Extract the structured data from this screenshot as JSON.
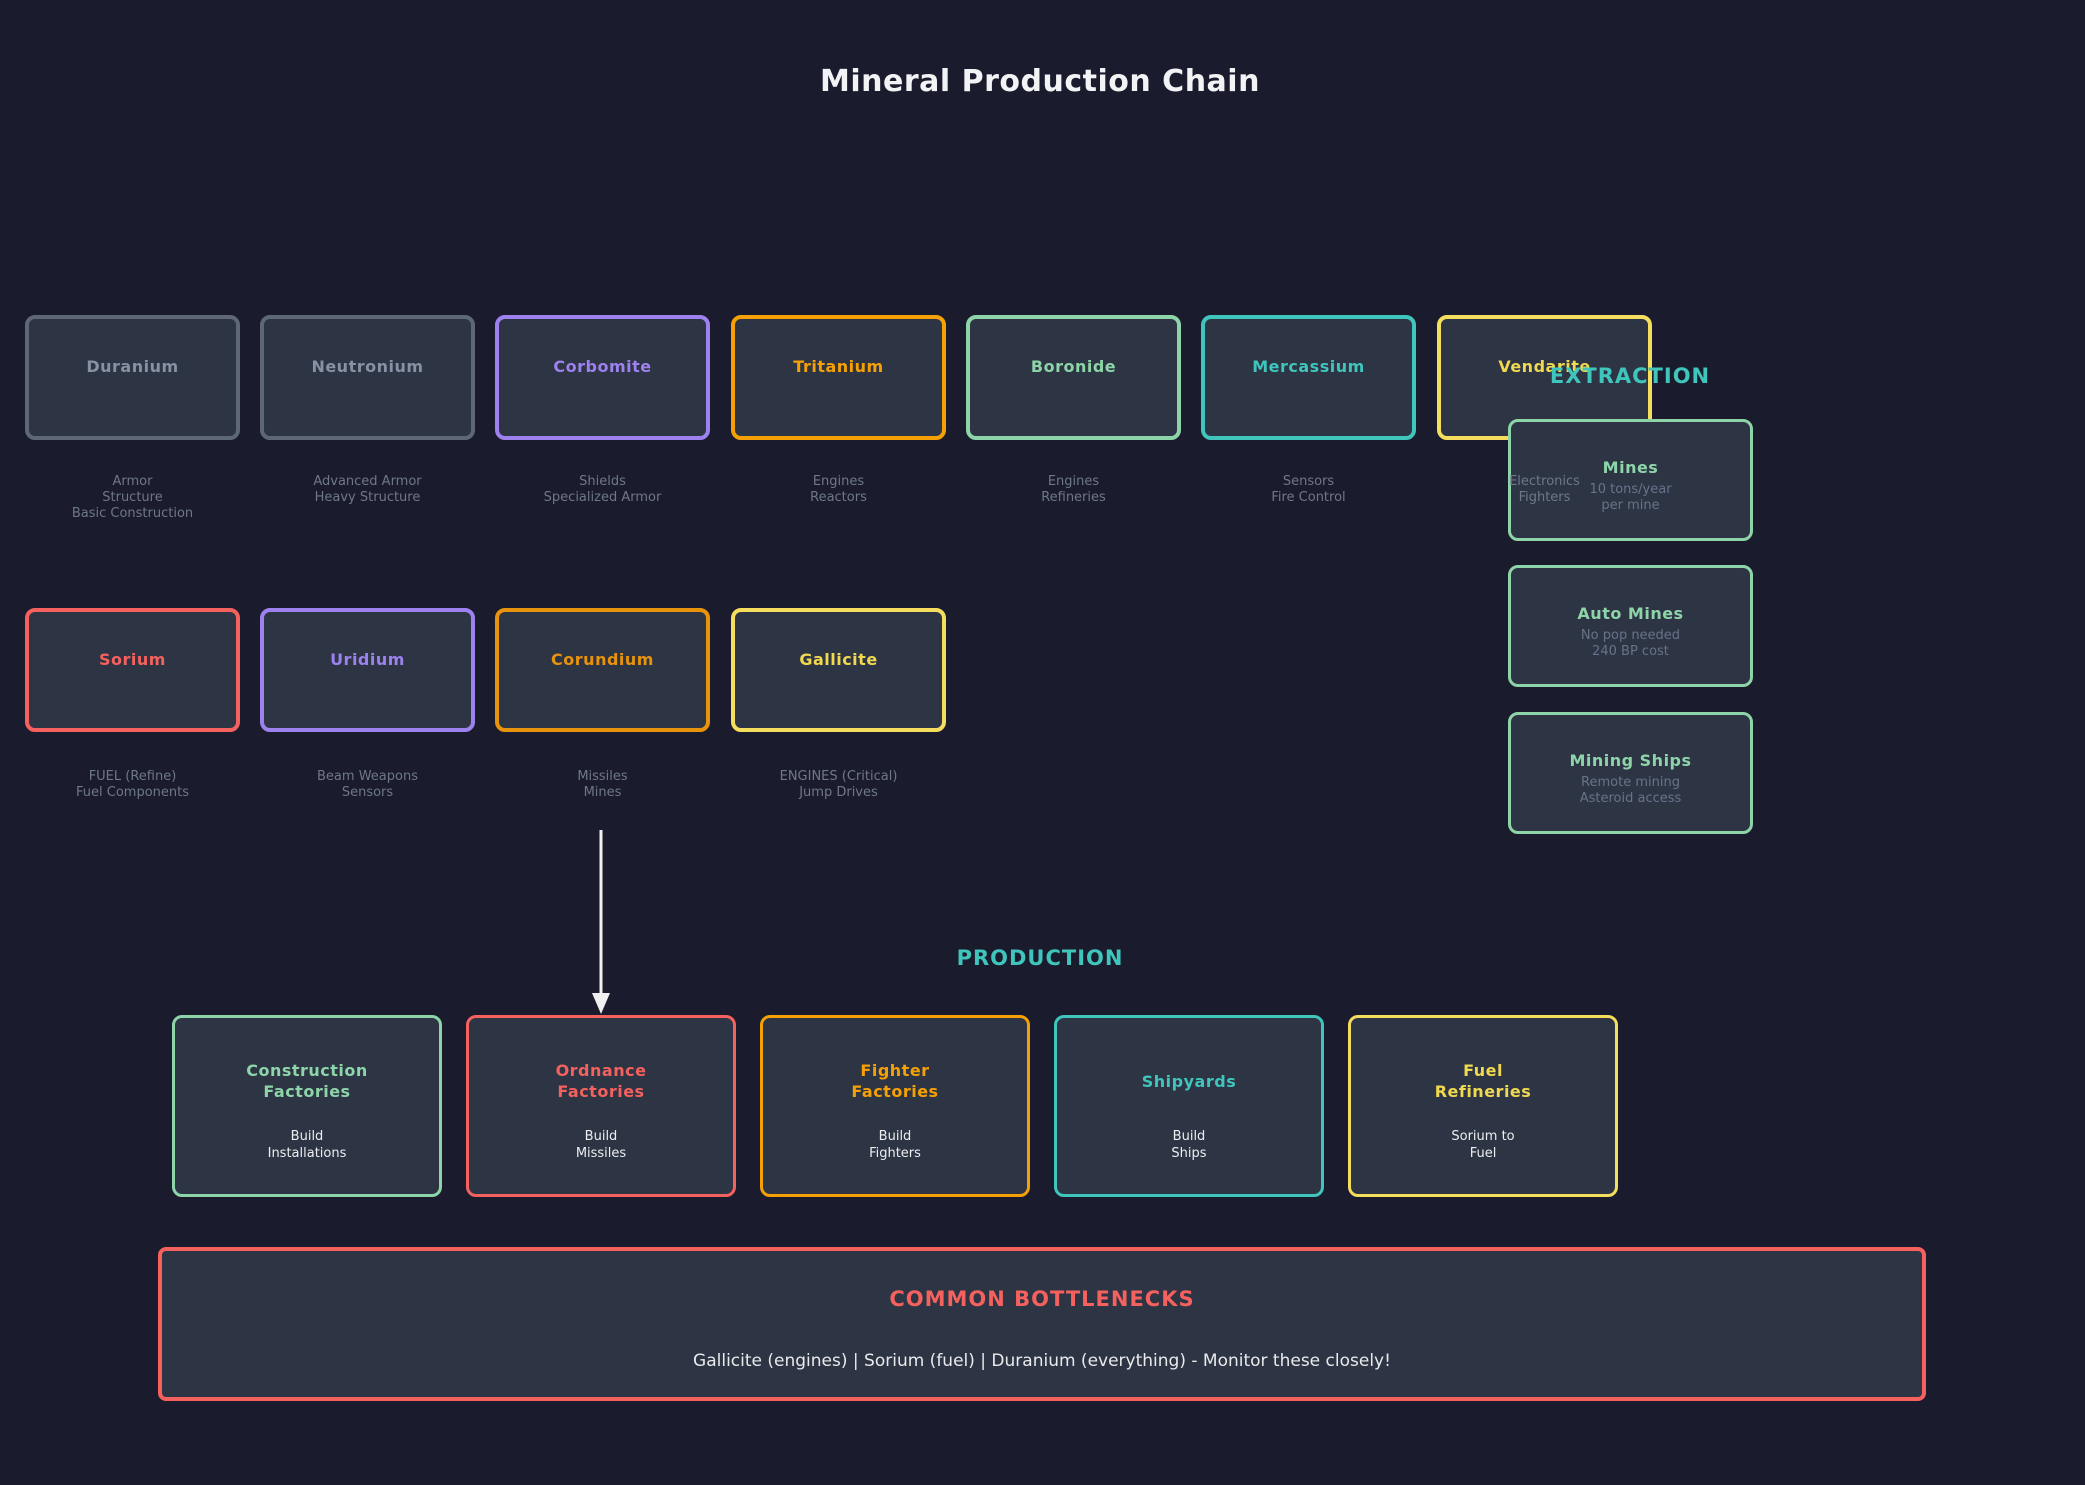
{
  "title": "Mineral Production Chain",
  "colors": {
    "background": "#1a1b2c",
    "box_fill": "#2d3444",
    "gray_border": "#5d6775",
    "gray_text": "#8691a3",
    "purple": "#9d82ef",
    "orange": "#f5a105",
    "amber": "#e8930c",
    "mint": "#8dd5a9",
    "teal": "#3fc5bc",
    "yellow": "#f5dd5e",
    "yellow_text": "#f0d84f",
    "red": "#f4615e",
    "label_gray": "#6e7889",
    "body_white": "#e9eaec",
    "arrow_white": "#f0f0f0"
  },
  "minerals_row1": [
    {
      "name": "Duranium",
      "uses": [
        "Armor",
        "Structure",
        "Basic Construction"
      ]
    },
    {
      "name": "Neutronium",
      "uses": [
        "Advanced Armor",
        "Heavy Structure"
      ]
    },
    {
      "name": "Corbomite",
      "uses": [
        "Shields",
        "Specialized Armor"
      ]
    },
    {
      "name": "Tritanium",
      "uses": [
        "Engines",
        "Reactors"
      ]
    },
    {
      "name": "Boronide",
      "uses": [
        "Engines",
        "Refineries"
      ]
    },
    {
      "name": "Mercassium",
      "uses": [
        "Sensors",
        "Fire Control"
      ]
    },
    {
      "name": "Vendarite",
      "uses": [
        "Electronics",
        "Fighters"
      ]
    }
  ],
  "minerals_row2": [
    {
      "name": "Sorium",
      "uses": [
        "FUEL (Refine)",
        "Fuel Components"
      ]
    },
    {
      "name": "Uridium",
      "uses": [
        "Beam Weapons",
        "Sensors"
      ]
    },
    {
      "name": "Corundium",
      "uses": [
        "Missiles",
        "Mines"
      ]
    },
    {
      "name": "Gallicite",
      "uses": [
        "ENGINES (Critical)",
        "Jump Drives"
      ]
    }
  ],
  "extraction": {
    "heading": "EXTRACTION",
    "boxes": [
      {
        "title": "Mines",
        "lines": [
          "10 tons/year",
          "per mine"
        ]
      },
      {
        "title": "Auto Mines",
        "lines": [
          "No pop needed",
          "240 BP cost"
        ]
      },
      {
        "title": "Mining Ships",
        "lines": [
          "Remote mining",
          "Asteroid access"
        ]
      }
    ]
  },
  "production": {
    "heading": "PRODUCTION",
    "boxes": [
      {
        "title_lines": [
          "Construction",
          "Factories"
        ],
        "body_lines": [
          "Build",
          "Installations"
        ]
      },
      {
        "title_lines": [
          "Ordnance",
          "Factories"
        ],
        "body_lines": [
          "Build",
          "Missiles"
        ]
      },
      {
        "title_lines": [
          "Fighter",
          "Factories"
        ],
        "body_lines": [
          "Build",
          "Fighters"
        ]
      },
      {
        "title_lines": [
          "Shipyards"
        ],
        "body_lines": [
          "Build",
          "Ships"
        ]
      },
      {
        "title_lines": [
          "Fuel",
          "Refineries"
        ],
        "body_lines": [
          "Sorium to",
          "Fuel"
        ]
      }
    ]
  },
  "bottlenecks": {
    "title": "COMMON BOTTLENECKS",
    "text": "Gallicite (engines) | Sorium (fuel) | Duranium (everything) - Monitor these closely!"
  }
}
